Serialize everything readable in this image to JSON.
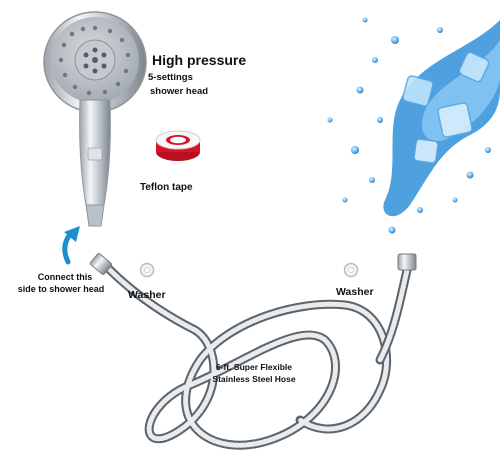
{
  "labels": {
    "title": "High pressure",
    "subtitle_line1": "5-settings",
    "subtitle_line2": "shower head",
    "teflon": "Teflon tape",
    "connect_line1": "Connect this",
    "connect_line2": "side to shower head",
    "washer_left": "Washer",
    "washer_right": "Washer",
    "hose_line1": "6-ft. Super Flexible",
    "hose_line2": "Stainless Steel Hose"
  },
  "colors": {
    "chrome": "#c9ced4",
    "chrome_dark": "#7d858d",
    "tape_red": "#d9122a",
    "arrow_blue": "#1d8fd1",
    "water_blue": "#2f8fd8"
  }
}
